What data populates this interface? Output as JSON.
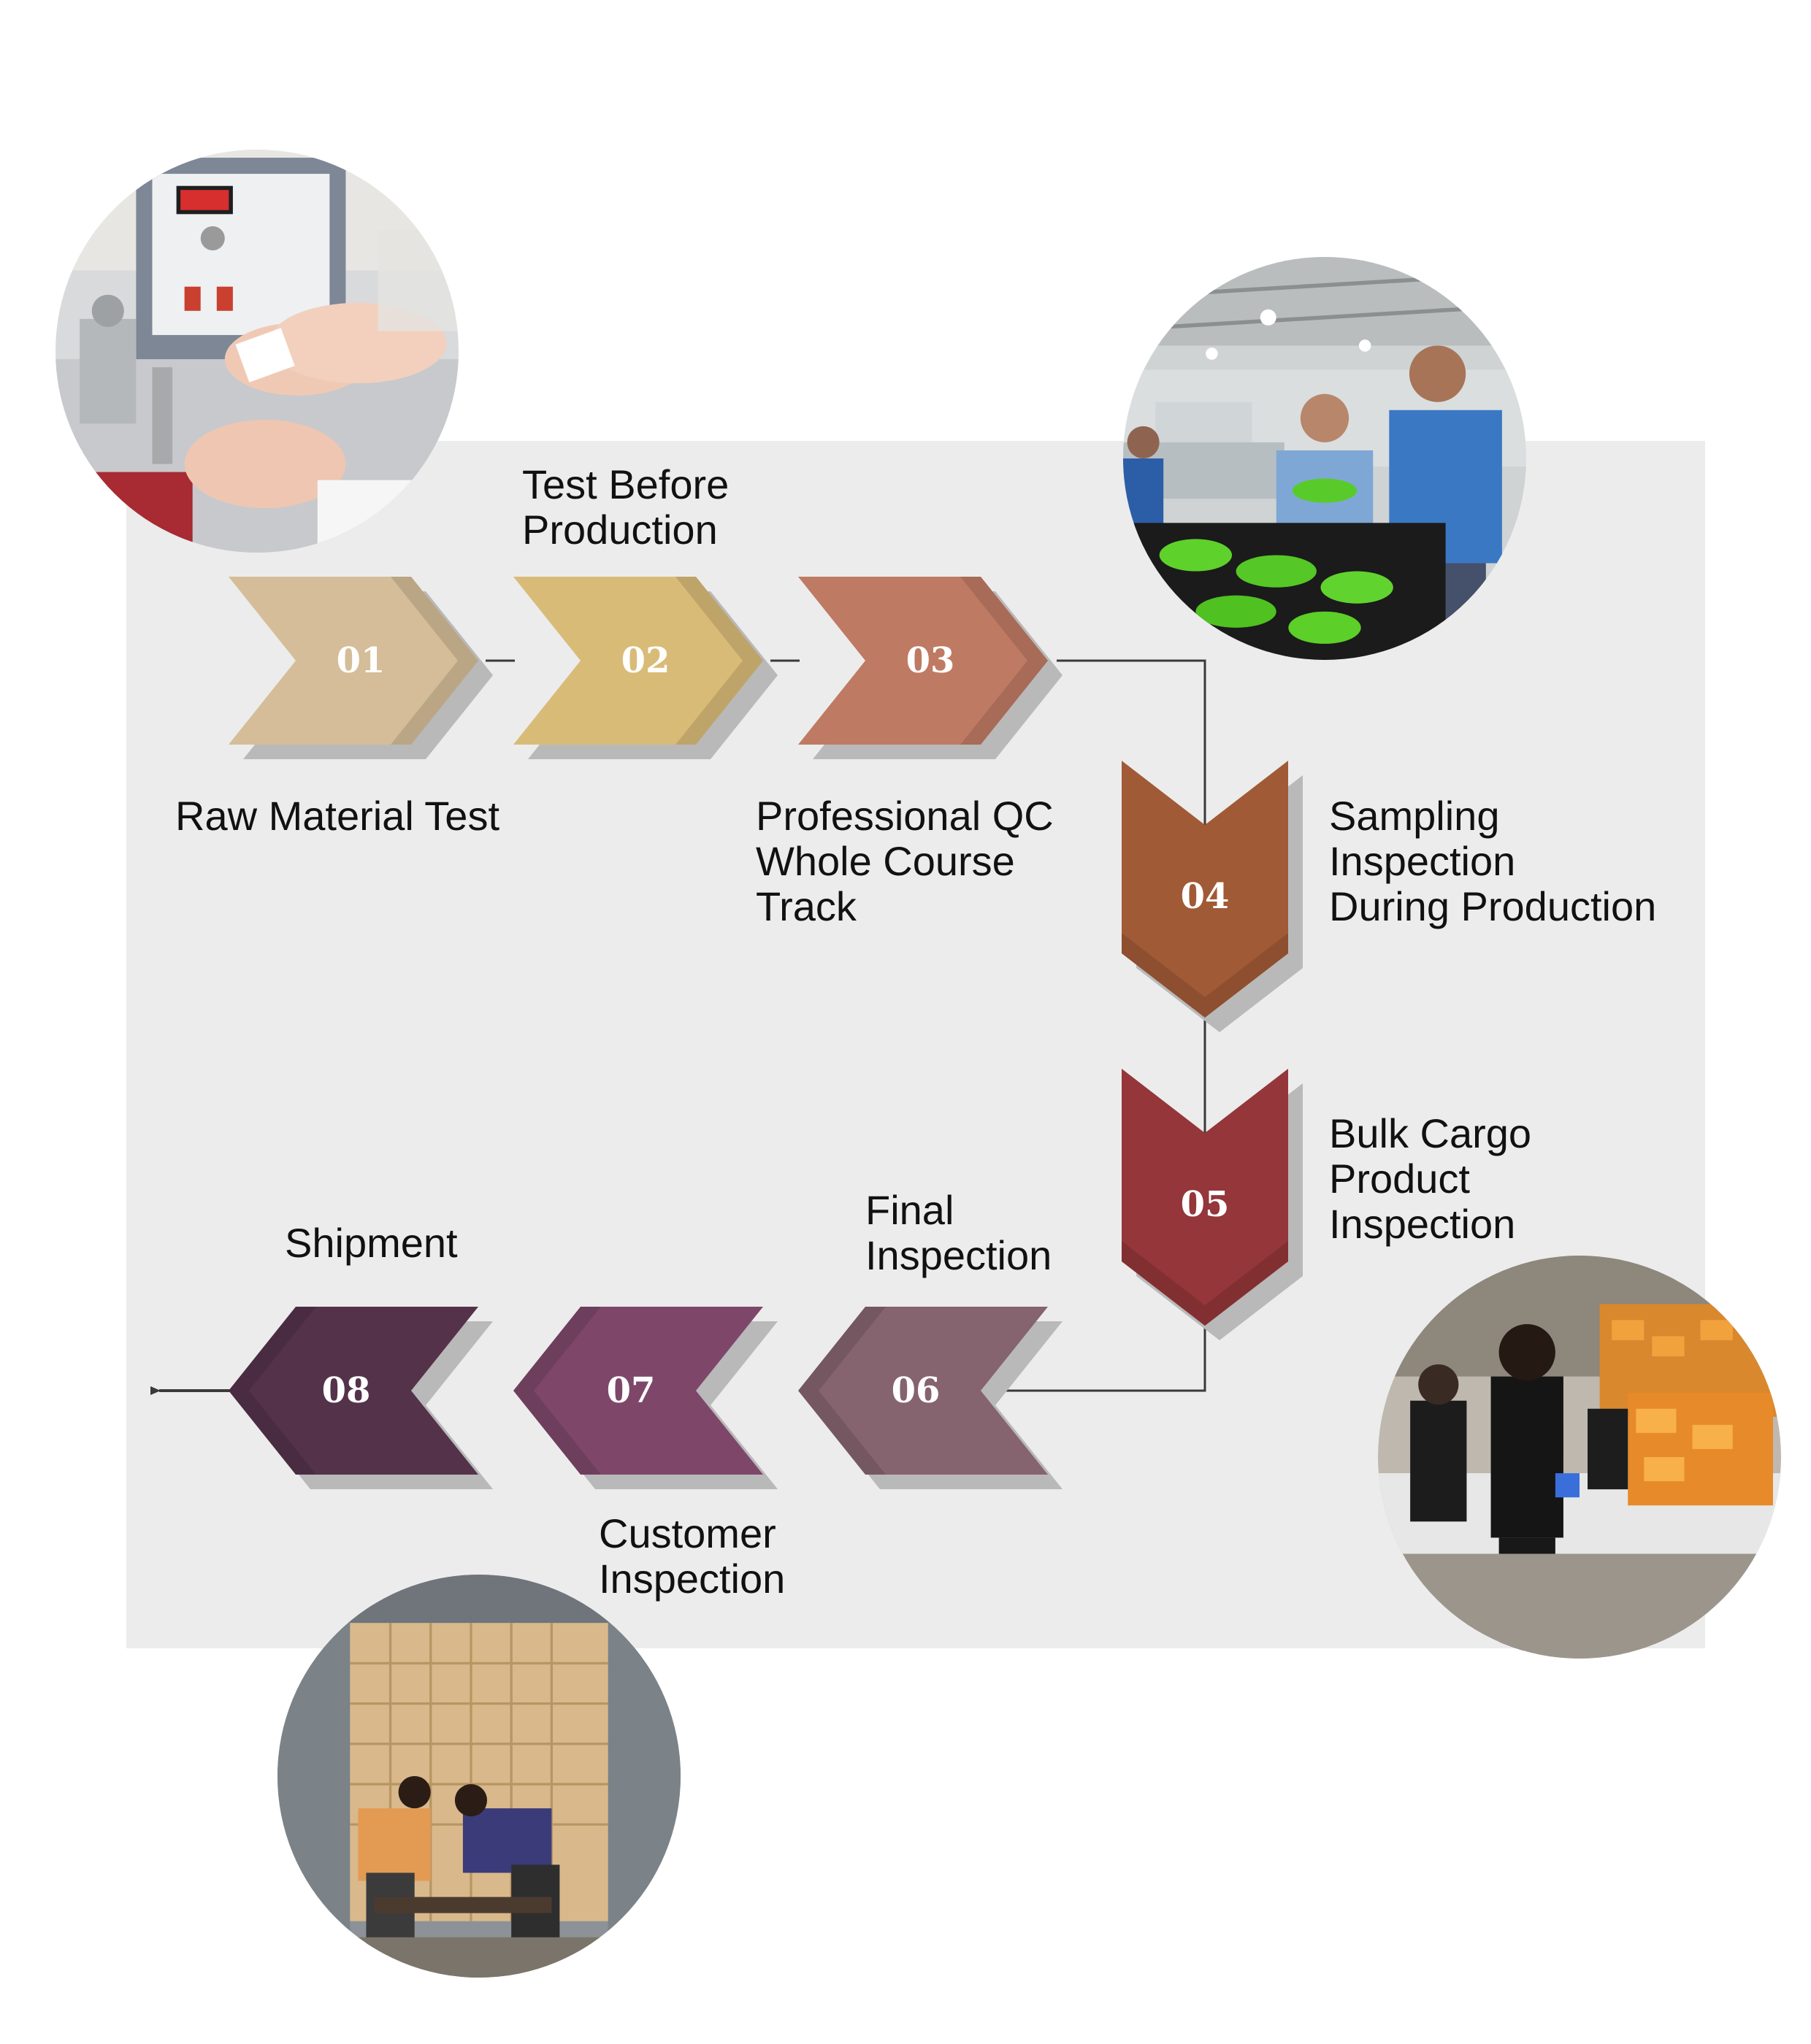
{
  "steps": [
    {
      "num": "01",
      "color": "#d4bd98",
      "dir": "right",
      "label": "Raw Material Test"
    },
    {
      "num": "02",
      "color": "#d9bb78",
      "dir": "right",
      "label": "Test Before\nProduction"
    },
    {
      "num": "03",
      "color": "#bf7a63",
      "dir": "right",
      "label": "Professional QC\nWhole Course\n      Track"
    },
    {
      "num": "04",
      "color": "#a15a36",
      "dir": "down",
      "label": "Sampling\nInspection\nDuring Production"
    },
    {
      "num": "05",
      "color": "#94363a",
      "dir": "down",
      "label": "Bulk Cargo\nProduct\nInspection"
    },
    {
      "num": "06",
      "color": "#85636f",
      "dir": "left",
      "label": "Final\nInspection"
    },
    {
      "num": "07",
      "color": "#7e476a",
      "dir": "left",
      "label": "Customer\nInspection"
    },
    {
      "num": "08",
      "color": "#54334a",
      "dir": "left",
      "label": "Shipment"
    }
  ],
  "colors": {
    "panel": "#ececec",
    "connector": "#3a3a3a",
    "shadow": "#b9b9b9",
    "number_text": "#ffffff"
  },
  "photos": [
    {
      "name": "crockmeter-photo"
    },
    {
      "name": "factory-floor-photo"
    },
    {
      "name": "bulk-inspection-photo"
    },
    {
      "name": "container-loading-photo"
    }
  ]
}
